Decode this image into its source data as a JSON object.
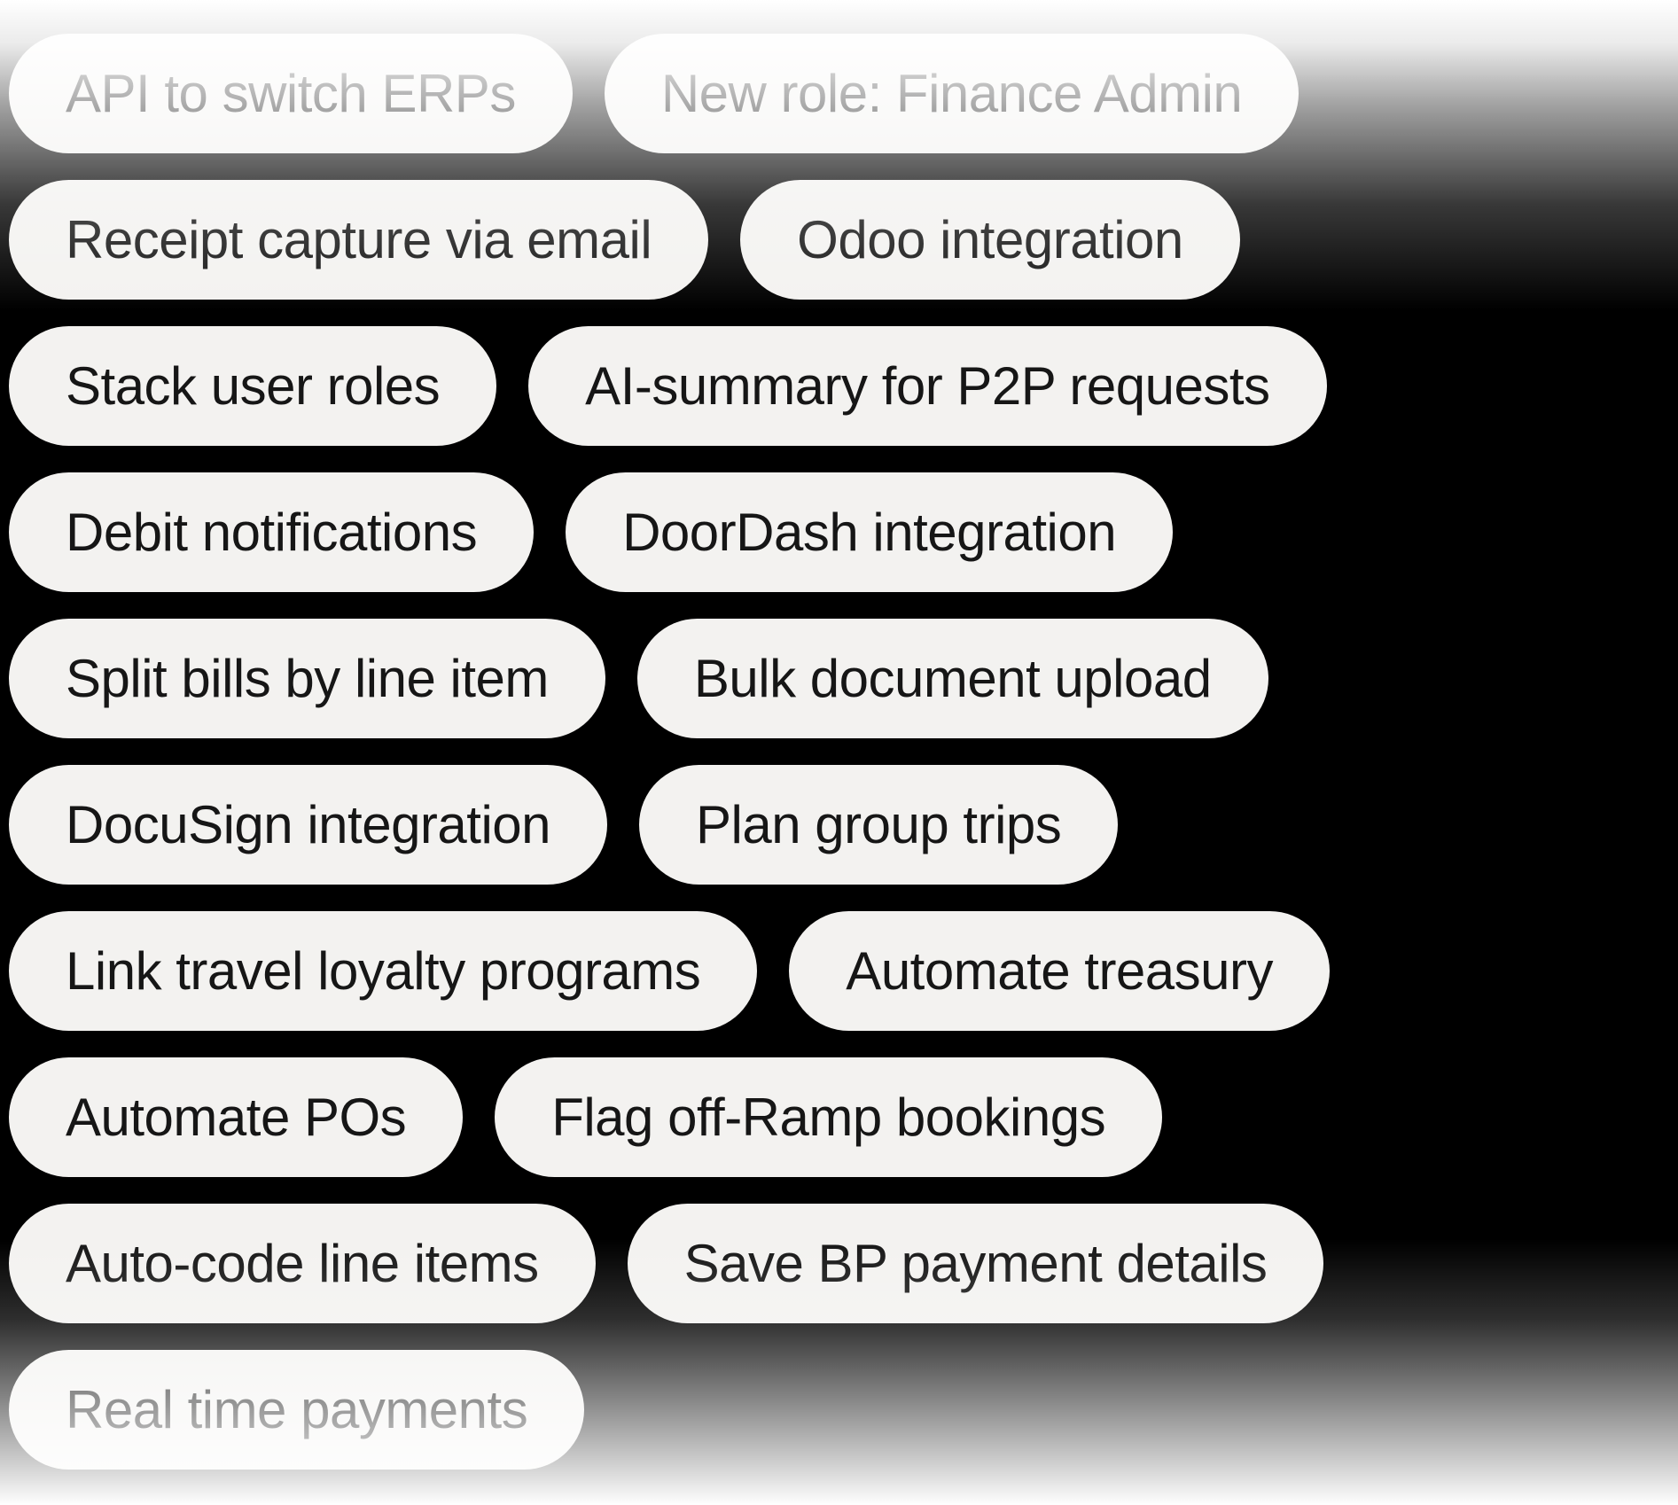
{
  "page": {
    "background_color": "#000000"
  },
  "chip_style": {
    "background_color": "#F3F2F0",
    "text_color": "#161616"
  },
  "rows": [
    {
      "items": [
        {
          "label": "API to switch ERPs"
        },
        {
          "label": "New role: Finance Admin"
        }
      ]
    },
    {
      "items": [
        {
          "label": "Receipt capture via email"
        },
        {
          "label": "Odoo integration"
        }
      ]
    },
    {
      "items": [
        {
          "label": "Stack user roles"
        },
        {
          "label": "AI-summary for P2P requests"
        }
      ]
    },
    {
      "items": [
        {
          "label": "Debit notifications"
        },
        {
          "label": "DoorDash integration"
        }
      ]
    },
    {
      "items": [
        {
          "label": "Split bills by line item"
        },
        {
          "label": "Bulk document upload"
        }
      ]
    },
    {
      "items": [
        {
          "label": "DocuSign integration"
        },
        {
          "label": "Plan group trips"
        }
      ]
    },
    {
      "items": [
        {
          "label": "Link travel loyalty programs"
        },
        {
          "label": "Automate treasury"
        }
      ]
    },
    {
      "items": [
        {
          "label": "Automate POs"
        },
        {
          "label": "Flag off-Ramp bookings"
        }
      ]
    },
    {
      "items": [
        {
          "label": "Auto-code line items"
        },
        {
          "label": "Save BP payment details"
        }
      ]
    },
    {
      "items": [
        {
          "label": "Real time payments"
        }
      ]
    }
  ]
}
